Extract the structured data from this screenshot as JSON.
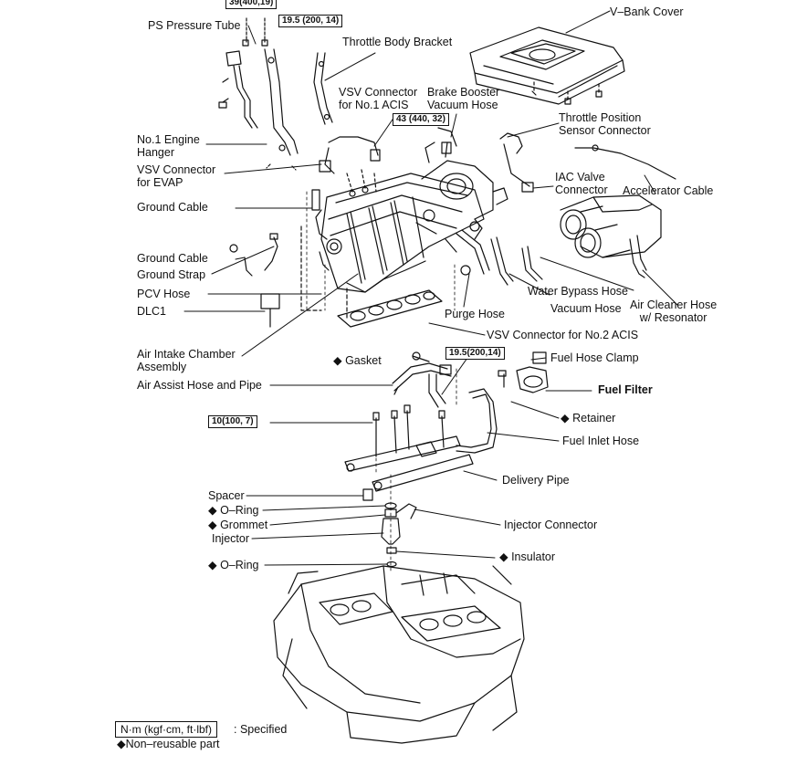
{
  "colors": {
    "ink": "#111111",
    "background": "#ffffff"
  },
  "labels": {
    "ps_pressure_tube": "PS Pressure Tube",
    "throttle_body_bracket": "Throttle Body Bracket",
    "v_bank_cover": "V–Bank Cover",
    "vsv_connector_acis1": "VSV Connector\nfor No.1 ACIS",
    "brake_booster_vacuum_hose": "Brake Booster\nVacuum Hose",
    "throttle_position_sensor_connector": "Throttle Position\nSensor Connector",
    "no1_engine_hanger": "No.1 Engine\nHanger",
    "vsv_connector_evap": "VSV Connector\nfor EVAP",
    "iac_valve_connector": "IAC Valve\nConnector",
    "accelerator_cable": "Accelerator Cable",
    "ground_cable_1": "Ground Cable",
    "ground_cable_2": "Ground Cable",
    "ground_strap": "Ground Strap",
    "pcv_hose": "PCV Hose",
    "dlc1": "DLC1",
    "water_bypass_hose": "Water Bypass Hose",
    "vacuum_hose": "Vacuum Hose",
    "purge_hose": "Purge Hose",
    "air_cleaner_hose": "Air Cleaner Hose\nw/ Resonator",
    "vsv_connector_acis2": "VSV Connector for No.2 ACIS",
    "air_intake_chamber": "Air Intake Chamber\nAssembly",
    "gasket": "◆ Gasket",
    "fuel_hose_clamp": "Fuel Hose Clamp",
    "air_assist_hose": "Air Assist Hose and Pipe",
    "fuel_filter": "Fuel Filter",
    "retainer": "◆ Retainer",
    "fuel_inlet_hose": "Fuel Inlet Hose",
    "delivery_pipe": "Delivery Pipe",
    "spacer": "Spacer",
    "o_ring_1": "◆ O–Ring",
    "grommet": "◆ Grommet",
    "injector_connector": "Injector Connector",
    "injector": "Injector",
    "insulator": "◆ Insulator",
    "o_ring_2": "◆ O–Ring"
  },
  "torques": {
    "t1": "39(400,19)",
    "t2": "19.5 (200, 14)",
    "t3": "43 (440, 32)",
    "t4": "19.5(200,14)",
    "t5": "10(100, 7)"
  },
  "legend": {
    "unit": "N·m (kgf·cm, ft·lbf)",
    "specified": ": Specified",
    "non_reusable": "◆Non–reusable part"
  }
}
